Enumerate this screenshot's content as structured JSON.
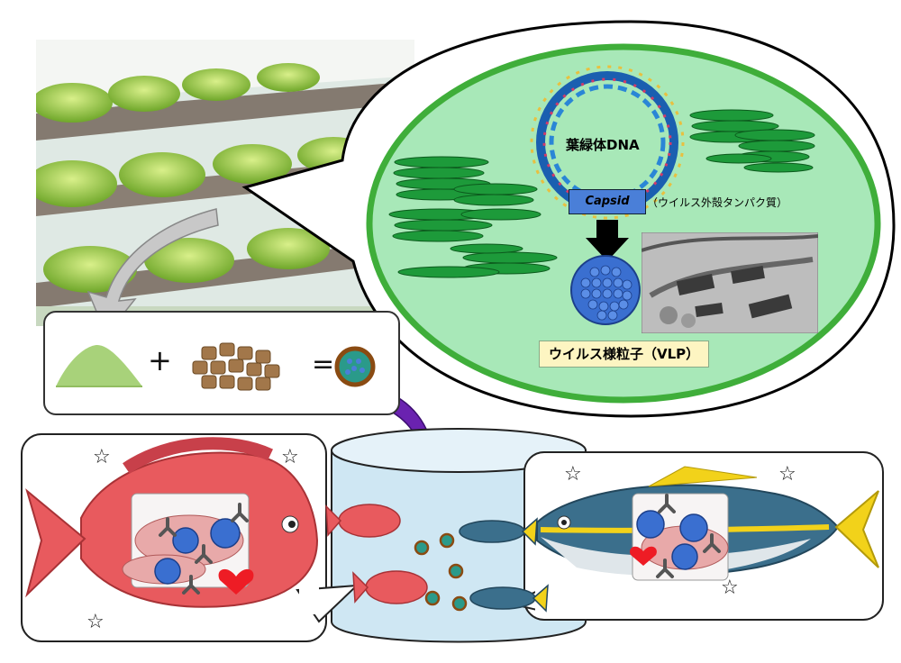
{
  "labels": {
    "chloroplast_dna": "葉緑体DNA",
    "capsid": "Capsid",
    "capsid_note": "（ウイルス外殻タンパク質）",
    "vlp": "ウイルス様粒子（VLP）"
  },
  "formula": {
    "plus": "+",
    "equals": "="
  },
  "sparkle": "☆",
  "colors": {
    "chloroplast_fill": "#a8e8b8",
    "chloroplast_border": "#3fae3a",
    "thylakoid": "#1d9a3a",
    "vlp_blue": "#3a6fd0",
    "capsid_box": "#4a7fd8",
    "arrow_grey": "#c8c8c8",
    "arrow_purple": "#6a22b0",
    "tank_water": "#cfe7f3",
    "sea_bream": "#e85a5e",
    "yellowtail_back": "#3b6f8c",
    "yellowtail_fin": "#f2d21a",
    "vlp_label_bg": "#fdf5c2"
  },
  "icons": [
    "lettuce-photo",
    "powder-icon",
    "pellet-feed-icon",
    "vlp-particle-icon",
    "sea-bream-icon",
    "yellowtail-icon",
    "heart-icon",
    "antibody-icon",
    "sparkle-icon",
    "tem-micrograph"
  ]
}
